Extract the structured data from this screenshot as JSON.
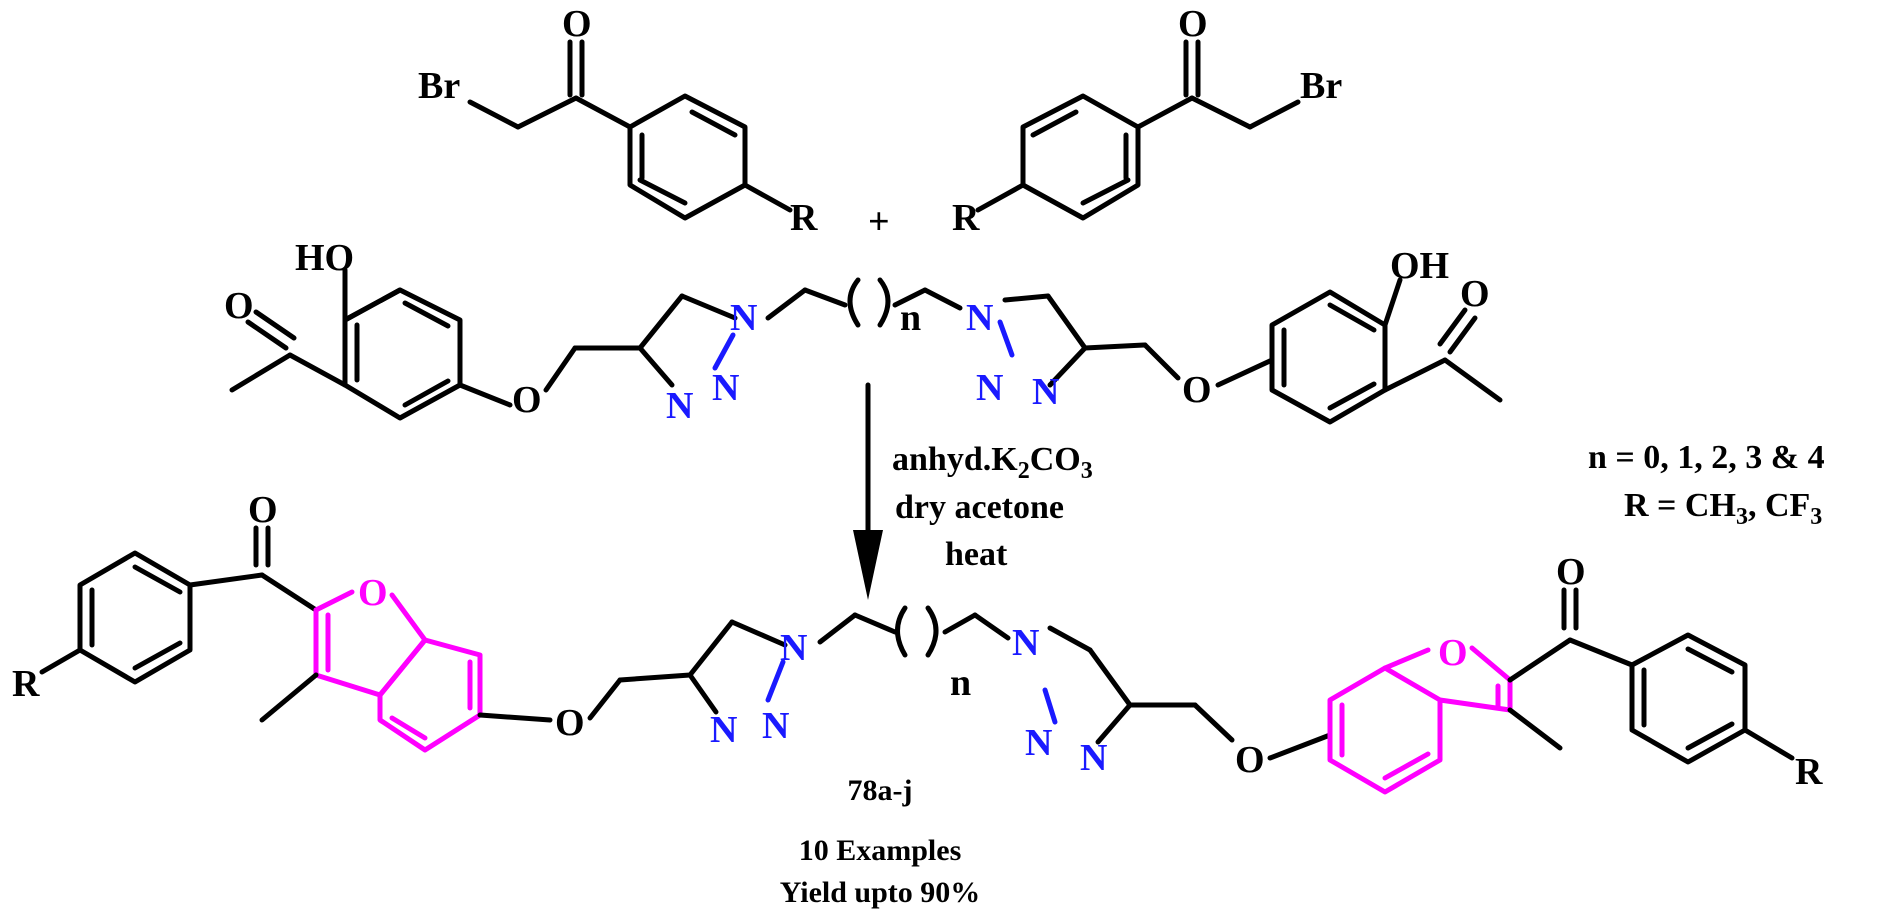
{
  "atoms": {
    "oxygen": "O",
    "bromine": "Br",
    "r_group": "R",
    "hydroxyl": "HO",
    "hydroxyl_right": "OH",
    "nitrogen": "N",
    "repeat_n": "n"
  },
  "plus_sign": "+",
  "conditions": {
    "line1": "anhyd.K",
    "line1_sub": "2",
    "line1_tail": "CO",
    "line1_sub2": "3",
    "line2": "dry acetone",
    "line3": "heat"
  },
  "variables": {
    "n_line": "n = 0, 1, 2, 3 & 4",
    "r_line_prefix": "R = CH",
    "r_line_sub1": "3",
    "r_line_mid": ", CF",
    "r_line_sub2": "3"
  },
  "product": {
    "id": "78a-j",
    "examples": "10 Examples",
    "yield": "Yield upto 90%"
  },
  "colors": {
    "triazole": "#1a1aff",
    "benzofuran": "#ff00ff",
    "bonds": "#000000"
  }
}
